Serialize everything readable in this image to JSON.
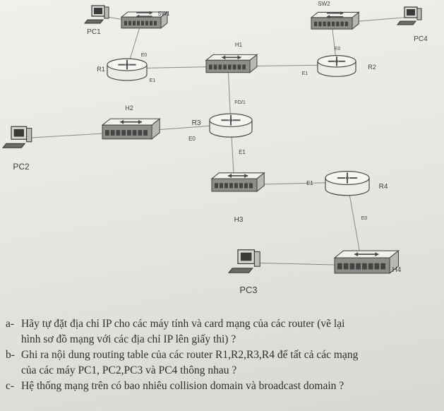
{
  "diagram": {
    "devices": [
      {
        "id": "PC1",
        "type": "pc",
        "label": "PC1"
      },
      {
        "id": "SW1",
        "type": "switch",
        "label": "SW1"
      },
      {
        "id": "R1",
        "type": "router",
        "label": "R1"
      },
      {
        "id": "H1",
        "type": "hub",
        "label": "H1"
      },
      {
        "id": "SW2",
        "type": "switch",
        "label": "SW2"
      },
      {
        "id": "R2",
        "type": "router",
        "label": "R2"
      },
      {
        "id": "PC4",
        "type": "pc",
        "label": "PC4"
      },
      {
        "id": "PC2",
        "type": "pc",
        "label": "PC2"
      },
      {
        "id": "H2",
        "type": "hub",
        "label": "H2"
      },
      {
        "id": "R3",
        "type": "router",
        "label": "R3"
      },
      {
        "id": "H3",
        "type": "hub",
        "label": "H3"
      },
      {
        "id": "R4",
        "type": "router",
        "label": "R4"
      },
      {
        "id": "H4",
        "type": "hub",
        "label": "H4"
      },
      {
        "id": "PC3",
        "type": "pc",
        "label": "PC3"
      }
    ],
    "links": [
      {
        "from": "PC1",
        "to": "SW1"
      },
      {
        "from": "SW1",
        "to": "R1"
      },
      {
        "from": "R1",
        "to": "H1"
      },
      {
        "from": "H1",
        "to": "R2"
      },
      {
        "from": "H1",
        "to": "R3"
      },
      {
        "from": "R2",
        "to": "SW2"
      },
      {
        "from": "SW2",
        "to": "PC4"
      },
      {
        "from": "PC2",
        "to": "H2"
      },
      {
        "from": "H2",
        "to": "R3"
      },
      {
        "from": "R3",
        "to": "H3"
      },
      {
        "from": "H3",
        "to": "R4"
      },
      {
        "from": "R4",
        "to": "H4"
      },
      {
        "from": "H4",
        "to": "PC3"
      }
    ],
    "interfaces": [
      {
        "id": "r1e0",
        "text": "E0"
      },
      {
        "id": "r1e1",
        "text": "E1"
      },
      {
        "id": "r2e0",
        "text": "E0"
      },
      {
        "id": "r2e1",
        "text": "E1"
      },
      {
        "id": "r3fa",
        "text": "FO/1"
      },
      {
        "id": "r3e0",
        "text": "E0"
      },
      {
        "id": "r3e1",
        "text": "E1"
      },
      {
        "id": "r4e1",
        "text": "E1"
      },
      {
        "id": "r4e0",
        "text": "E0"
      }
    ]
  },
  "questions": [
    {
      "marker": "a-",
      "line1": "Hãy tự đặt địa chỉ IP cho các máy tính và card mạng của các router (vẽ lại",
      "line2": "hình sơ đồ mạng với các địa chỉ IP lên giấy thi) ?"
    },
    {
      "marker": "b-",
      "line1": "Ghi ra nội dung routing table của các router R1,R2,R3,R4 để tất cả các mạng",
      "line2": "của các máy PC1, PC2,PC3 và PC4 thông nhau ?"
    },
    {
      "marker": "c-",
      "line1": "Hệ thống mạng trên có bao nhiêu collision domain và broadcast domain ?",
      "line2": ""
    }
  ]
}
